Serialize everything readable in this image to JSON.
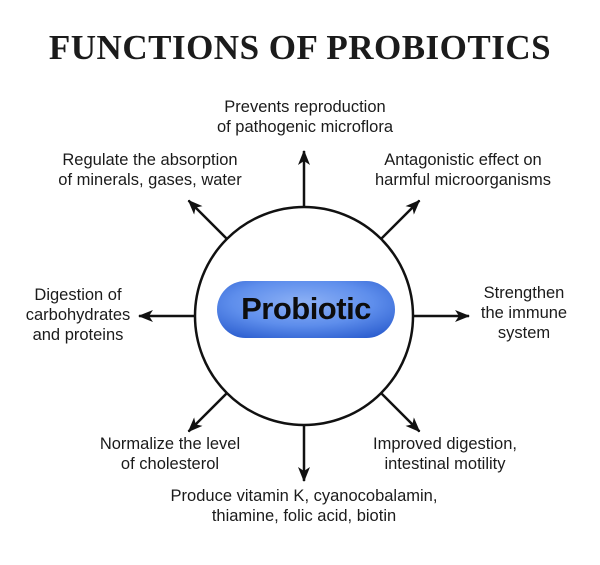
{
  "title": "FUNCTIONS OF PROBIOTICS",
  "center_pill": {
    "label": "Probiotic"
  },
  "functions": [
    {
      "position": "top",
      "text": "Prevents reproduction\nof pathogenic microflora"
    },
    {
      "position": "top-left",
      "text": "Regulate the absorption\nof minerals, gases, water"
    },
    {
      "position": "top-right",
      "text": "Antagonistic effect on\nharmful microorganisms"
    },
    {
      "position": "left",
      "text": "Digestion of\ncarbohydrates\nand proteins"
    },
    {
      "position": "right",
      "text": "Strengthen\nthe immune\nsystem"
    },
    {
      "position": "bottom-left",
      "text": "Normalize the level\nof cholesterol"
    },
    {
      "position": "bottom-right",
      "text": "Improved digestion,\nintestinal motility"
    },
    {
      "position": "bottom",
      "text": "Produce vitamin K, cyanocobalamin,\nthiamine, folic acid, biotin"
    }
  ],
  "colors": {
    "background": "#ffffff",
    "text": "#1b1b1b",
    "line": "#111111",
    "circle_fill": "#ffffff",
    "pill_highlight": "#8db1f5",
    "pill_mid": "#5e8eec",
    "pill_edge": "#2c5ecf"
  }
}
